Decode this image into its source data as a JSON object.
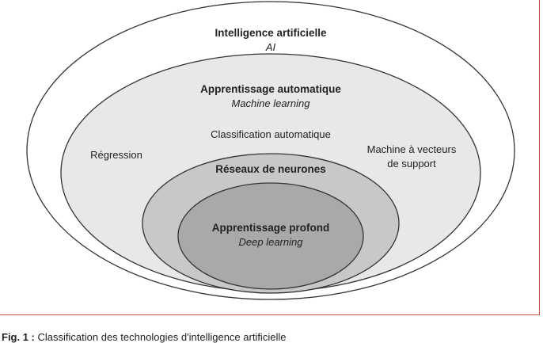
{
  "rings": [
    {
      "title": "Intelligence artificielle",
      "subtitle": "AI",
      "fill": "#ffffff"
    },
    {
      "title": "Apprentissage automatique",
      "subtitle": "Machine learning",
      "fill": "#e8e8e8"
    },
    {
      "title": "Réseaux de neurones",
      "subtitle": "",
      "fill": "#c8c8c8"
    },
    {
      "title": "Apprentissage profond",
      "subtitle": "Deep learning",
      "fill": "#a9a9a9"
    }
  ],
  "ml_items": {
    "classification": "Classification automatique",
    "regression": "Régression",
    "svm_line1": "Machine à vecteurs",
    "svm_line2": "de support"
  },
  "caption": {
    "label": "Fig. 1 :",
    "text": "Classification des technologies d'intelligence artificielle"
  },
  "colors": {
    "frame_border": "#c0573a",
    "stroke": "#333333",
    "text": "#222222"
  }
}
